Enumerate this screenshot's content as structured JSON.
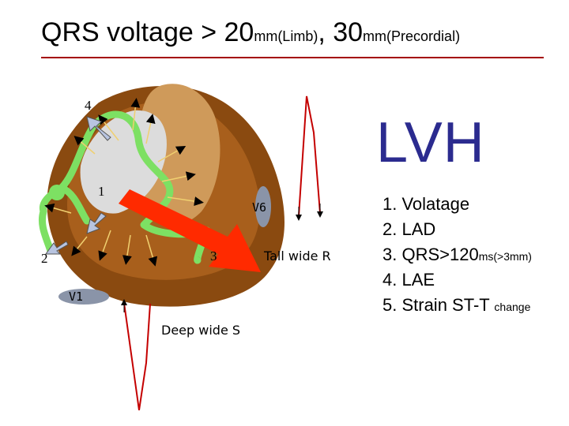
{
  "title": {
    "main": "QRS voltage > 20",
    "limb_unit": "mm(Limb)",
    "sep": ", 30",
    "precordial_unit": "mm(Precordial)"
  },
  "heading": "LVH",
  "criteria": [
    {
      "text": "1. Volatage",
      "suffix": ""
    },
    {
      "text": "2. LAD",
      "suffix": ""
    },
    {
      "text": "3. QRS>120",
      "suffix": "ms(>3mm)"
    },
    {
      "text": "4. LAE",
      "suffix": ""
    },
    {
      "text": "5. Strain ST-T ",
      "suffix": "change"
    }
  ],
  "labels": {
    "vector_1": "1",
    "vector_2": "2",
    "vector_3": "3",
    "vector_4": "4",
    "lead_v6": "V6",
    "lead_v1": "V1",
    "tall_wide_r": "Tall wide R",
    "deep_wide_s": "Deep wide S"
  },
  "colors": {
    "title_rule": "#a40000",
    "heading": "#2b2b8f",
    "heart_outer": "#8a4a10",
    "heart_mid": "#a85f1c",
    "heart_inner": "#cf9a5a",
    "conduction": "#7de063",
    "vector_arrow": "#ff2a00",
    "wave": "#c40000"
  }
}
